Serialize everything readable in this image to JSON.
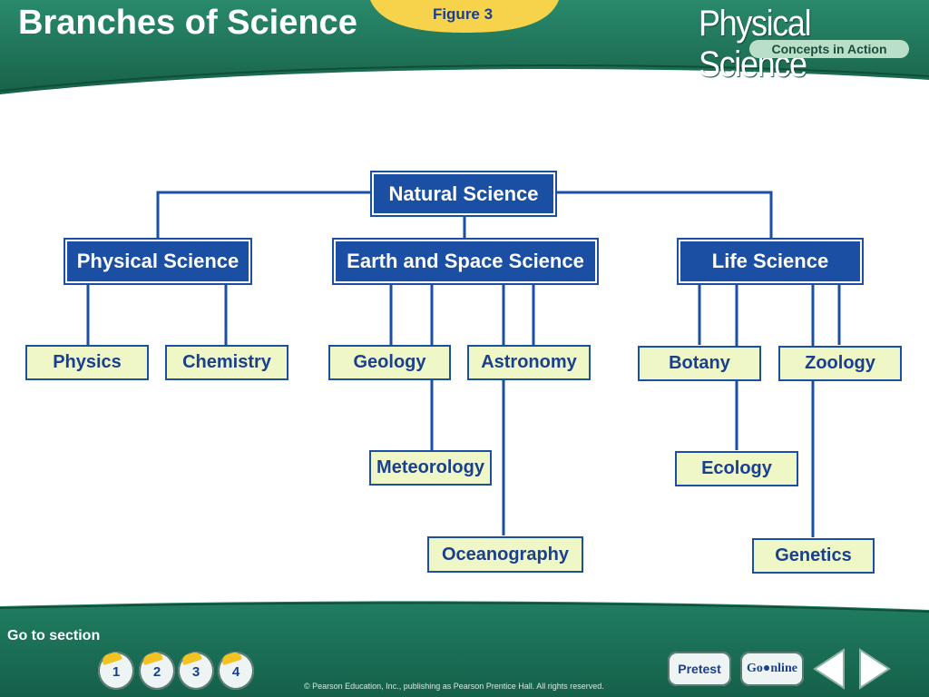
{
  "header": {
    "title": "Branches of Science",
    "figure_label": "Figure 3",
    "brand_title": "Physical Science",
    "brand_subtitle": "Concepts in Action"
  },
  "diagram": {
    "root": "Natural Science",
    "categories": [
      "Physical Science",
      "Earth and Space Science",
      "Life Science"
    ],
    "branches": {
      "physics": "Physics",
      "chemistry": "Chemistry",
      "geology": "Geology",
      "astronomy": "Astronomy",
      "meteorology": "Meteorology",
      "oceanography": "Oceanography",
      "botany": "Botany",
      "zoology": "Zoology",
      "ecology": "Ecology",
      "genetics": "Genetics"
    }
  },
  "footer": {
    "go_to_section": "Go to section",
    "sections": [
      "1",
      "2",
      "3",
      "4"
    ],
    "pretest": "Pretest",
    "go_online": "Go●nline",
    "copyright": "© Pearson Education, Inc., publishing as Pearson Prentice Hall. All rights reserved."
  },
  "colors": {
    "header_green": "#1f7a5e",
    "node_blue": "#1a4fa3",
    "leaf_fill": "#eef7c5",
    "figure_tab": "#f6d34a"
  }
}
